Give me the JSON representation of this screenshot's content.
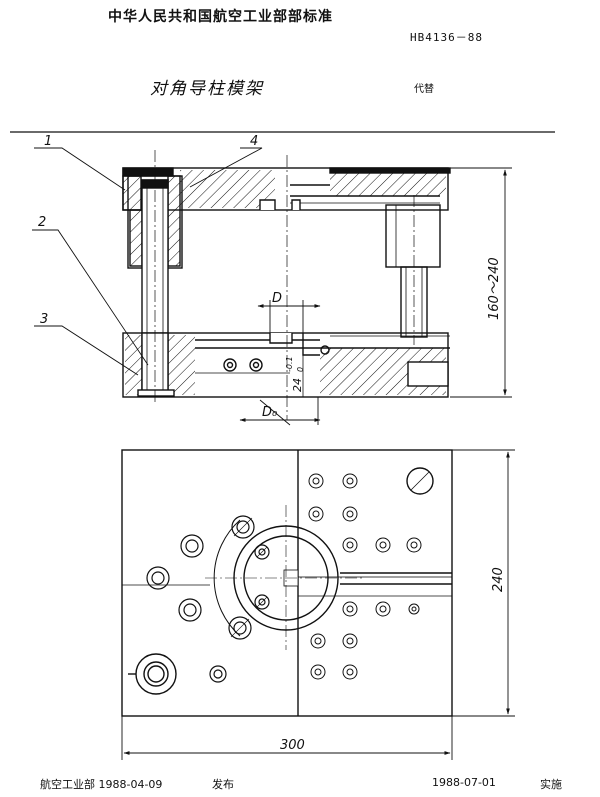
{
  "header": {
    "organization": "中华人民共和国航空工业部部标准",
    "standard_code": "HB4136－88",
    "title": "对角导柱模架",
    "replaces": "代替"
  },
  "drawing": {
    "callouts": [
      "1",
      "2",
      "3",
      "4"
    ],
    "dimensions": {
      "height_range": "160～240",
      "guide_diameter": "D",
      "bush_diameter": "D₀",
      "tolerance_main": "24",
      "tolerance_upper": "-0.1",
      "tolerance_lower": "0",
      "plan_height": "240",
      "plan_width": "300"
    }
  },
  "footer": {
    "issuer": "航空工业部 1988-04-09",
    "issued": "发布",
    "effective_date": "1988-07-01",
    "implemented": "实施"
  }
}
